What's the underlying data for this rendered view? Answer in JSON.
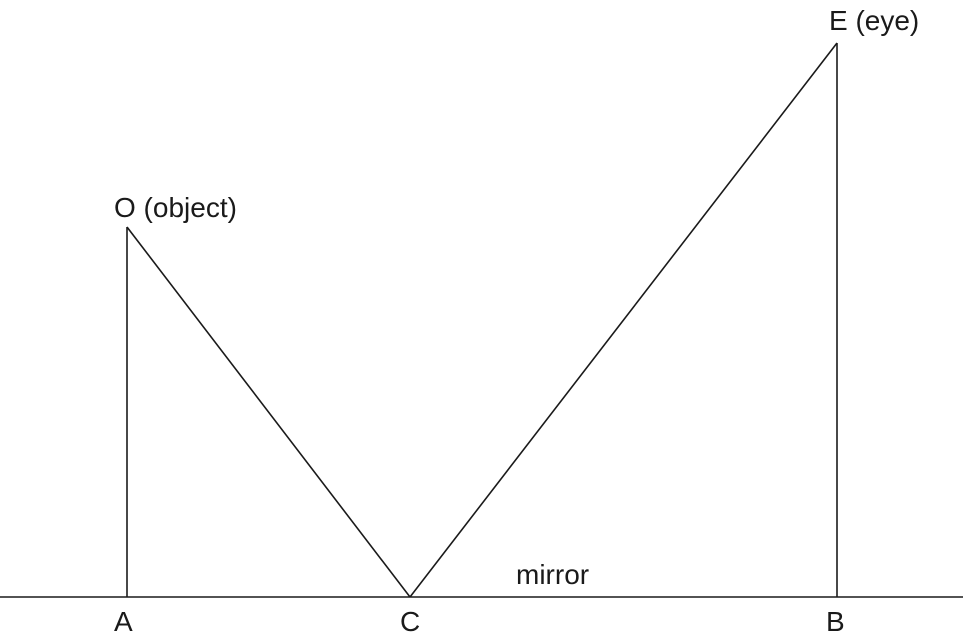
{
  "diagram": {
    "labels": {
      "object": "O (object)",
      "eye": "E (eye)",
      "a": "A",
      "c": "C",
      "b": "B",
      "mirror": "mirror"
    },
    "line_color": "#1a1a1a",
    "background": "#ffffff"
  }
}
